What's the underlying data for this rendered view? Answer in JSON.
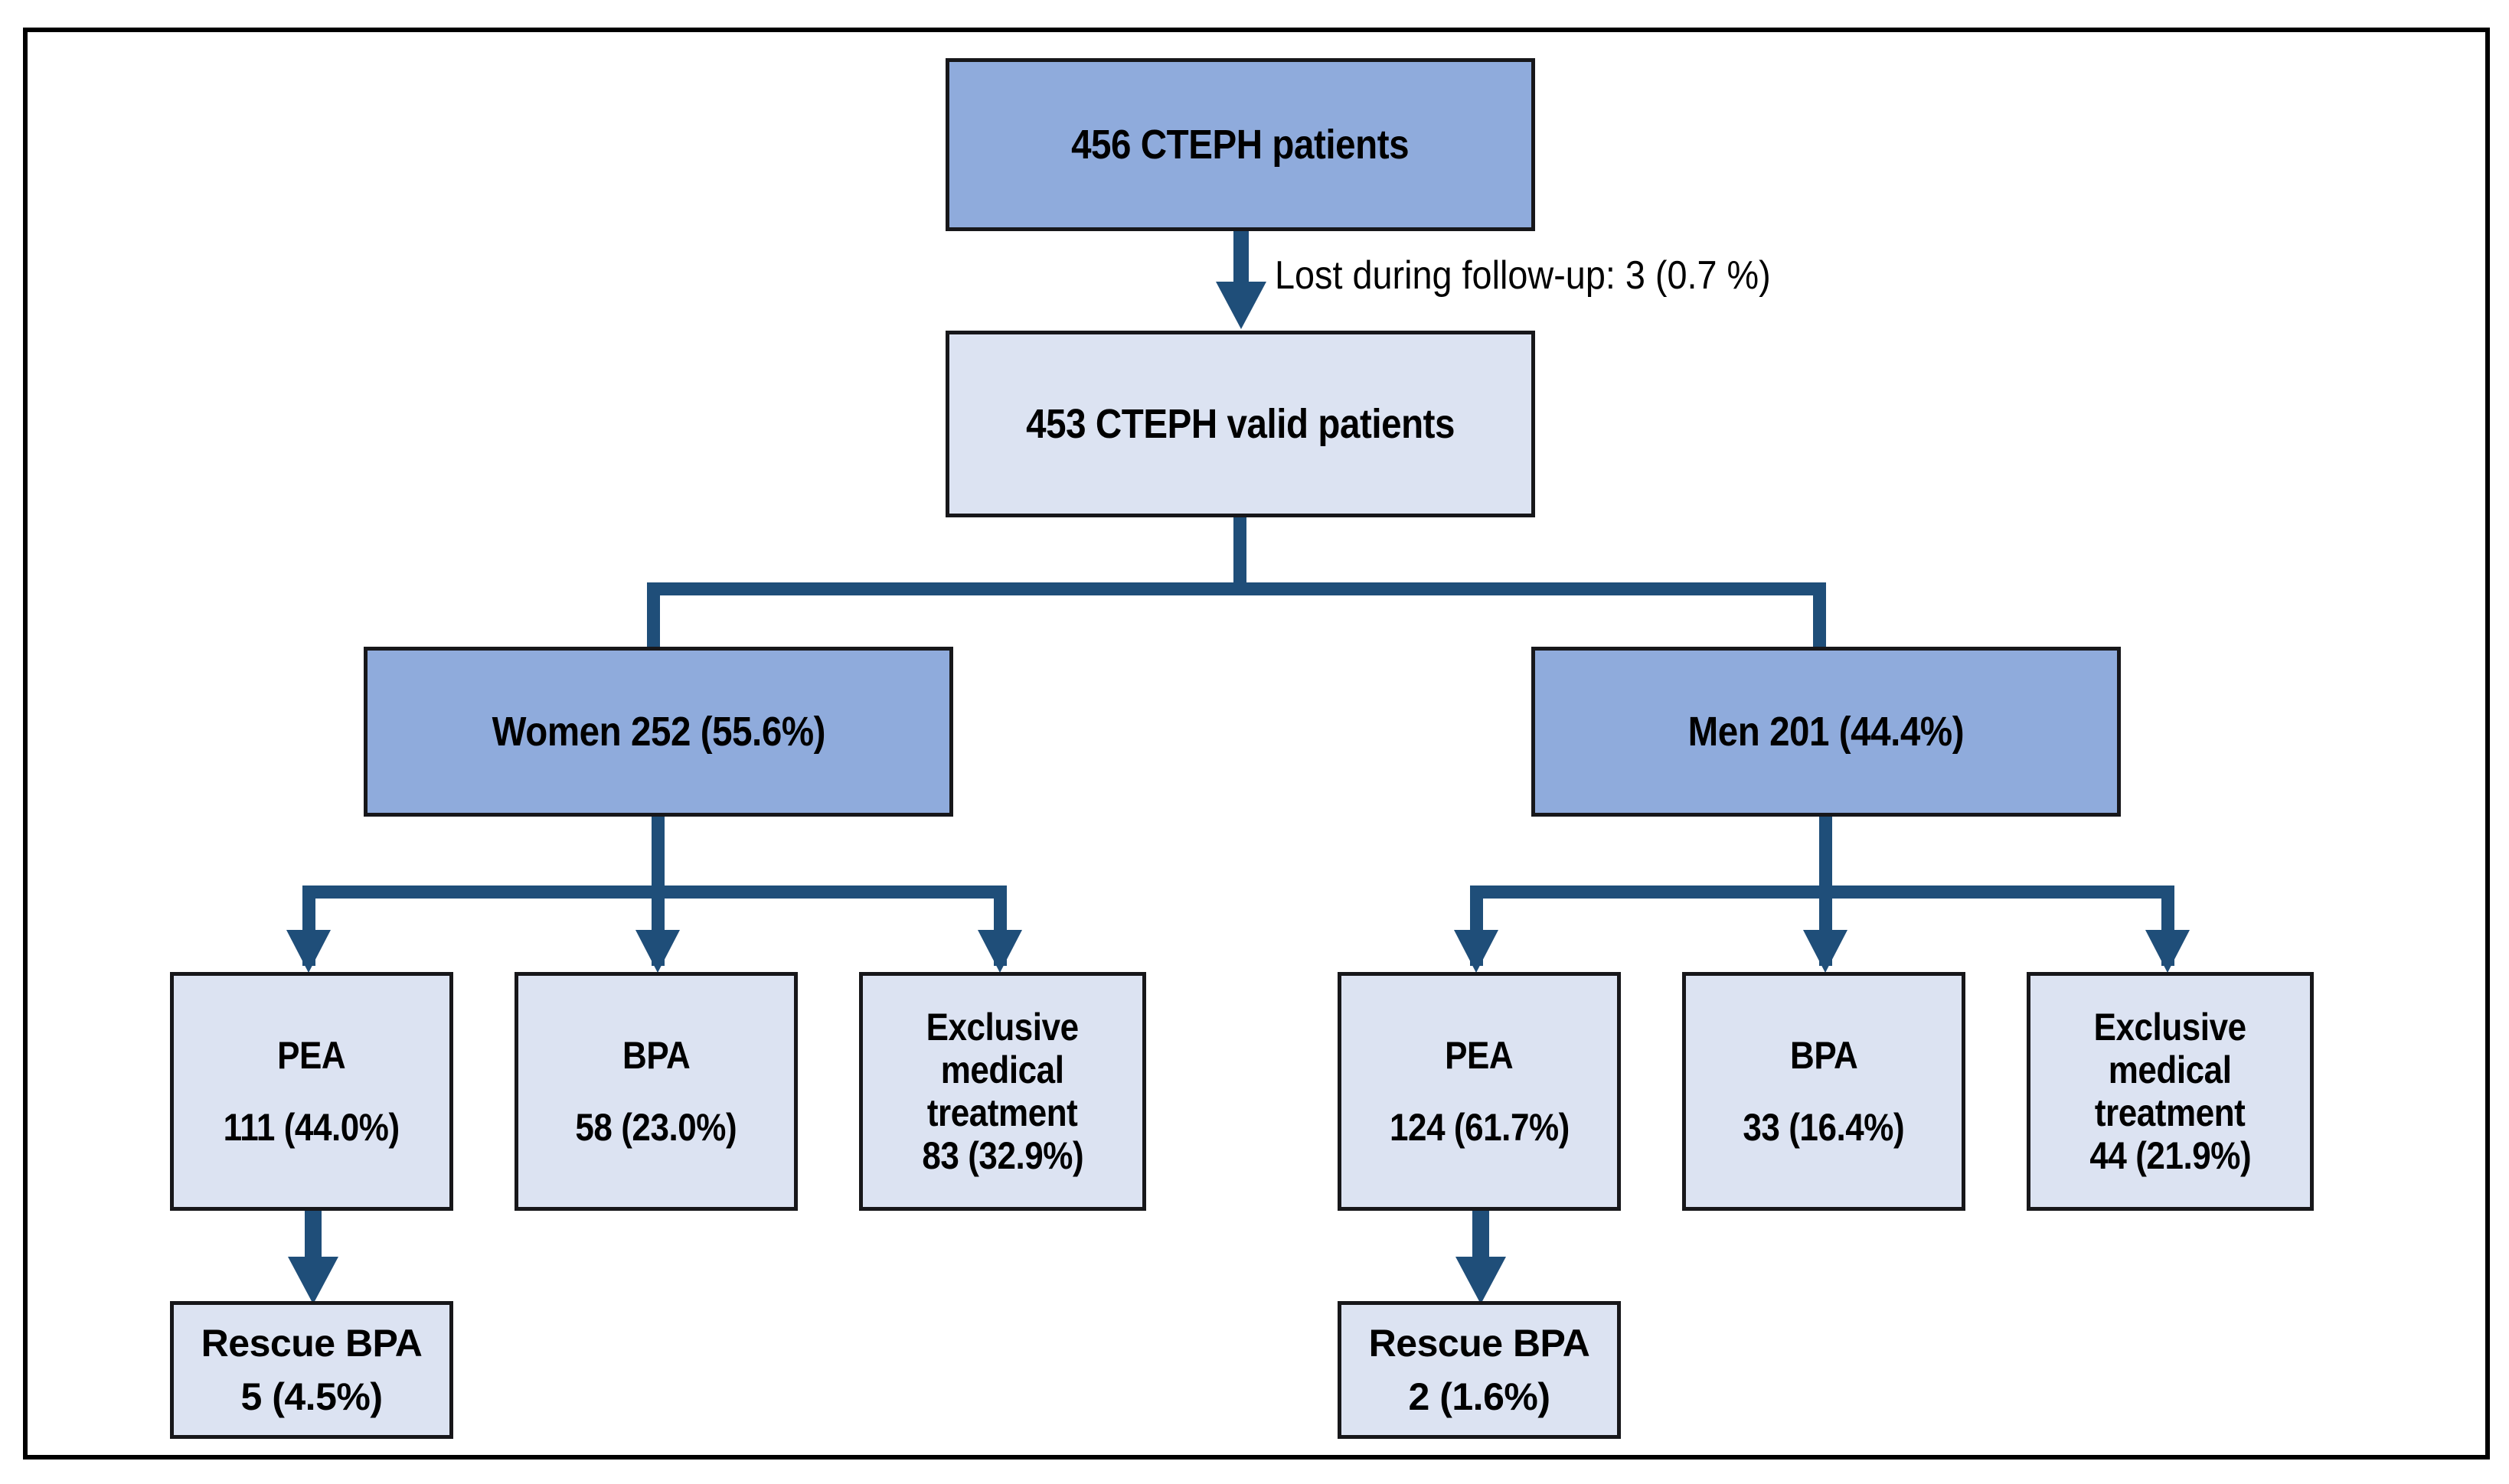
{
  "figure": {
    "type": "flowchart",
    "title": "CTEPH patient cohort flow diagram",
    "colors": {
      "box_fill_dark": "#8FABDC",
      "box_fill_light": "#DCE3F2",
      "box_border": "#17171A",
      "connector": "#1F4E79",
      "frame": "#000000",
      "text": "#000000"
    }
  },
  "nodes": {
    "total": {
      "label": "456 CTEPH patients",
      "count": 456,
      "fill": "dark"
    },
    "valid": {
      "label": "453 CTEPH valid patients",
      "count": 453,
      "fill": "light"
    },
    "women": {
      "label": "Women 252 (55.6%)",
      "count": 252,
      "percent": 55.6,
      "fill": "dark"
    },
    "men": {
      "label": "Men 201 (44.4%)",
      "count": 201,
      "percent": 44.4,
      "fill": "dark"
    },
    "women_pea": {
      "line1": "PEA",
      "line2": "111 (44.0%)",
      "count": 111,
      "percent": 44.0,
      "fill": "light"
    },
    "women_bpa": {
      "line1": "BPA",
      "line2": "58 (23.0%)",
      "count": 58,
      "percent": 23.0,
      "fill": "light"
    },
    "women_med": {
      "line1": "Exclusive\nmedical\ntreatment",
      "line2": "83 (32.9%)",
      "count": 83,
      "percent": 32.9,
      "fill": "light"
    },
    "women_rescue": {
      "line1": "Rescue BPA",
      "line2": "5 (4.5%)",
      "count": 5,
      "percent": 4.5,
      "fill": "light"
    },
    "men_pea": {
      "line1": "PEA",
      "line2": "124 (61.7%)",
      "count": 124,
      "percent": 61.7,
      "fill": "light"
    },
    "men_bpa": {
      "line1": "BPA",
      "line2": "33 (16.4%)",
      "count": 33,
      "percent": 16.4,
      "fill": "light"
    },
    "men_med": {
      "line1": "Exclusive\nmedical\ntreatment",
      "line2": "44 (21.9%)",
      "count": 44,
      "percent": 21.9,
      "fill": "light"
    },
    "men_rescue": {
      "line1": "Rescue BPA",
      "line2": "2 (1.6%)",
      "count": 2,
      "percent": 1.6,
      "fill": "light"
    }
  },
  "annotations": {
    "lost_followup": "Lost during follow-up: 3 (0.7 %)"
  }
}
